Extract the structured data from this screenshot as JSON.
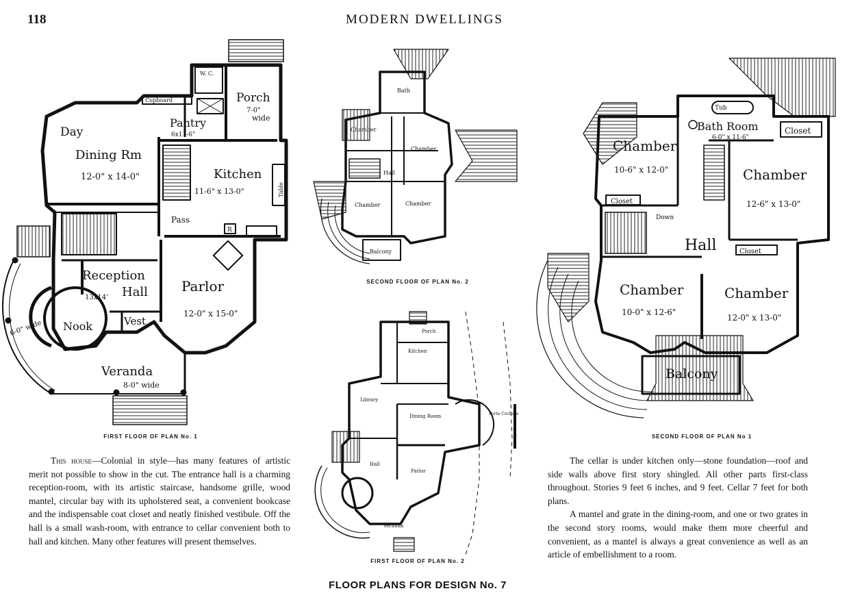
{
  "page": {
    "page_number": "118",
    "running_title": "MODERN DWELLINGS",
    "design_title": "FLOOR PLANS FOR DESIGN No. 7"
  },
  "captions": {
    "first_floor_plan1": "FIRST FLOOR OF PLAN No. 1",
    "second_floor_plan2": "SECOND FLOOR OF PLAN No. 2",
    "first_floor_plan2": "FIRST FLOOR OF PLAN No. 2",
    "second_floor_plan1": "SECOND FLOOR OF PLAN No 1"
  },
  "left_text": {
    "lead": "This house",
    "body": "—Colonial in style—has many features of artistic merit not possible to show in the cut. The entrance hall is a charming reception-room, with its artistic staircase, handsome grille, wood mantel, circular bay with its upholstered seat, a convenient bookcase and the indispensable coat closet and neatly finished vestibule. Off the hall is a small wash-room, with entrance to cellar convenient both to hall and kitchen. Many other features will present themselves."
  },
  "right_text": {
    "para1": "The cellar is under kitchen only—stone foundation—roof and side walls above first story shingled. All other parts first-class throughout. Stories 9 feet 6 inches, and 9 feet. Cellar 7 feet for both plans.",
    "para2": "A mantel and grate in the dining-room, and one or two grates in the second story rooms, would make them more cheerful and convenient, as a mantel is always a great convenience as well as an article of embellishment to a room."
  },
  "plan1_first": {
    "wc": "W. C.",
    "cupboard": "Cupboard",
    "porch": "Porch",
    "porch_dim": "7-0\"",
    "porch_wide": "wide",
    "pantry": "Pantry",
    "pantry_dim": "6x11-6\"",
    "day": "Day",
    "dining": "Dining Rm",
    "dining_dim": "12-0\" x 14-0\"",
    "kitchen": "Kitchen",
    "kitchen_dim": "11-6\" x 13-0\"",
    "table": "Table",
    "pass": "Pass",
    "r": "R",
    "reception": "Reception",
    "hall": "Hall",
    "reception_dim": "13x14'",
    "parlor": "Parlor",
    "parlor_dim": "12-0\" x 15-0\"",
    "nook": "Nook",
    "vest": "Vest",
    "veranda": "Veranda",
    "veranda_wide": "8-0\" wide",
    "side_wide": "6-0\" wide"
  },
  "plan2_second": {
    "bath": "Bath",
    "chamber": "Chamber",
    "hall": "Hall",
    "balcony": "Balcony"
  },
  "plan2_first": {
    "porch": "Porch",
    "kitchen": "Kitchen",
    "library": "Library",
    "dining": "Dining Room",
    "hall": "Hall",
    "parlor": "Parlor",
    "veranda": "Veranda",
    "porte": "Porte Cochere"
  },
  "plan1_second": {
    "tub": "Tub",
    "bath": "Bath Room",
    "bath_dim": "6-0\" x 11-6\"",
    "closet": "Closet",
    "chamber": "Chamber",
    "c1_dim": "10-6\" x 12-0\"",
    "c2_dim": "12-6\" x 13-0\"",
    "c3_dim": "10-0\" x 12-6\"",
    "c4_dim": "12-0\" x 13-0\"",
    "hall": "Hall",
    "down": "Down",
    "balcony": "Balcony"
  }
}
